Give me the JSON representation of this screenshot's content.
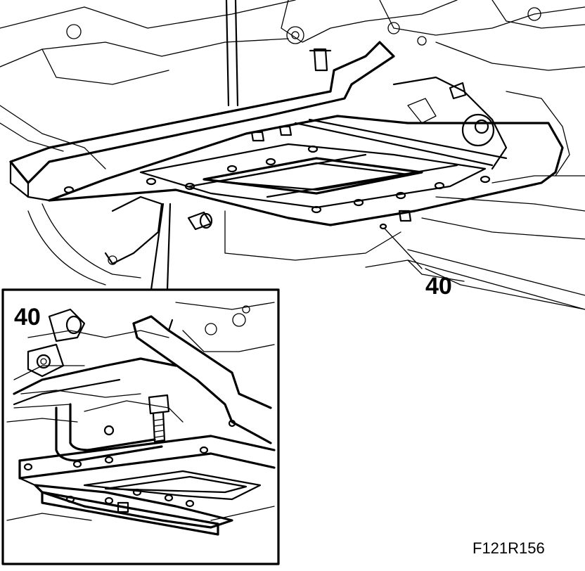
{
  "figure": {
    "reference_code": "F121R156",
    "main_callout": "40",
    "inset_callout": "40"
  },
  "colors": {
    "ink": "#000000",
    "paper": "#ffffff"
  }
}
